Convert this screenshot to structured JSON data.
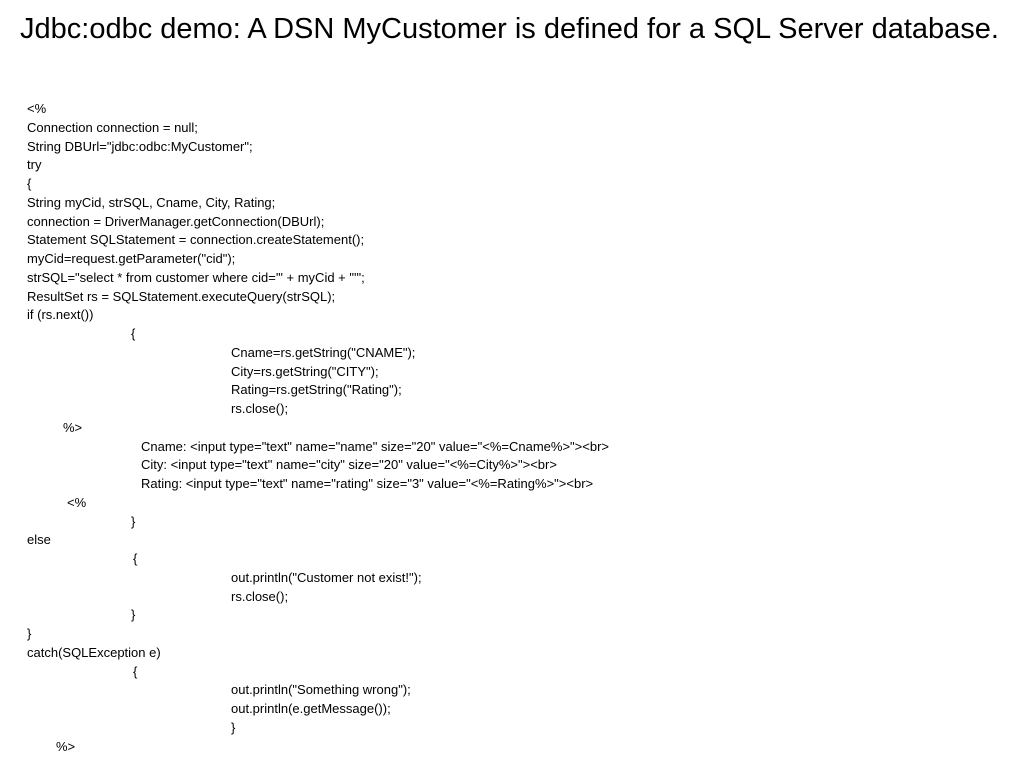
{
  "slide": {
    "title": "Jdbc:odbc demo: A DSN MyCustomer is defined for a SQL Server database."
  },
  "code": {
    "lines": [
      "<%",
      "Connection connection = null;",
      "String DBUrl=\"jdbc:odbc:MyCustomer\";",
      "try",
      "{",
      "String myCid, strSQL, Cname, City, Rating;",
      "connection = DriverManager.getConnection(DBUrl);",
      "Statement SQLStatement = connection.createStatement();",
      "myCid=request.getParameter(\"cid\");",
      "strSQL=\"select * from customer where cid='\" + myCid + \"'\";",
      "ResultSet rs = SQLStatement.executeQuery(strSQL);",
      "if (rs.next())",
      "{",
      "Cname=rs.getString(\"CNAME\");",
      "City=rs.getString(\"CITY\");",
      "Rating=rs.getString(\"Rating\");",
      "rs.close();",
      "%>",
      "Cname: <input type=\"text\" name=\"name\" size=\"20\" value=\"<%=Cname%>\"><br>",
      "City: <input type=\"text\" name=\"city\" size=\"20\" value=\"<%=City%>\"><br>",
      "Rating: <input type=\"text\" name=\"rating\" size=\"3\" value=\"<%=Rating%>\"><br>",
      "<%",
      "}",
      "else",
      "{",
      "out.println(\"Customer not exist!\");",
      "rs.close();",
      "}",
      "}",
      "catch(SQLException e)",
      "{",
      "out.println(\"Something wrong\");",
      "out.println(e.getMessage());",
      "}",
      "%>"
    ]
  }
}
